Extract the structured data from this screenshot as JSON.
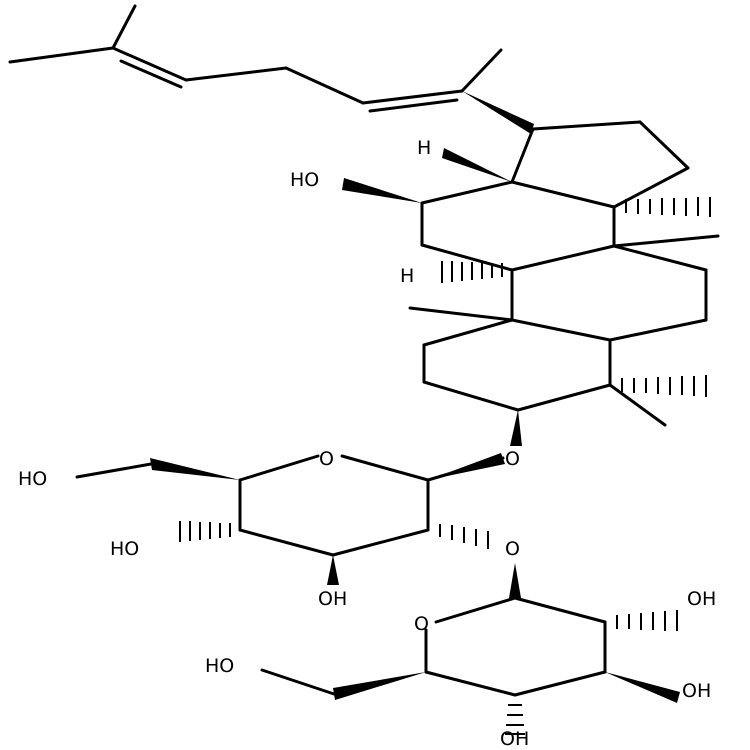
{
  "labels": {
    "h_c17": "H",
    "ho_c12": "HO",
    "h_c9": "H",
    "o_glyco": "O",
    "o_ring1": "O",
    "ho_c6a": "HO",
    "ho_c4a": "HO",
    "oh_c3a": "OH",
    "o_link": "O",
    "o_ring2": "O",
    "oh_c2b": "OH",
    "ho_c6b": "HO",
    "oh_c3b": "OH",
    "oh_c4b": "OH"
  },
  "colors": {
    "ink": "#000000",
    "background": "#ffffff"
  }
}
